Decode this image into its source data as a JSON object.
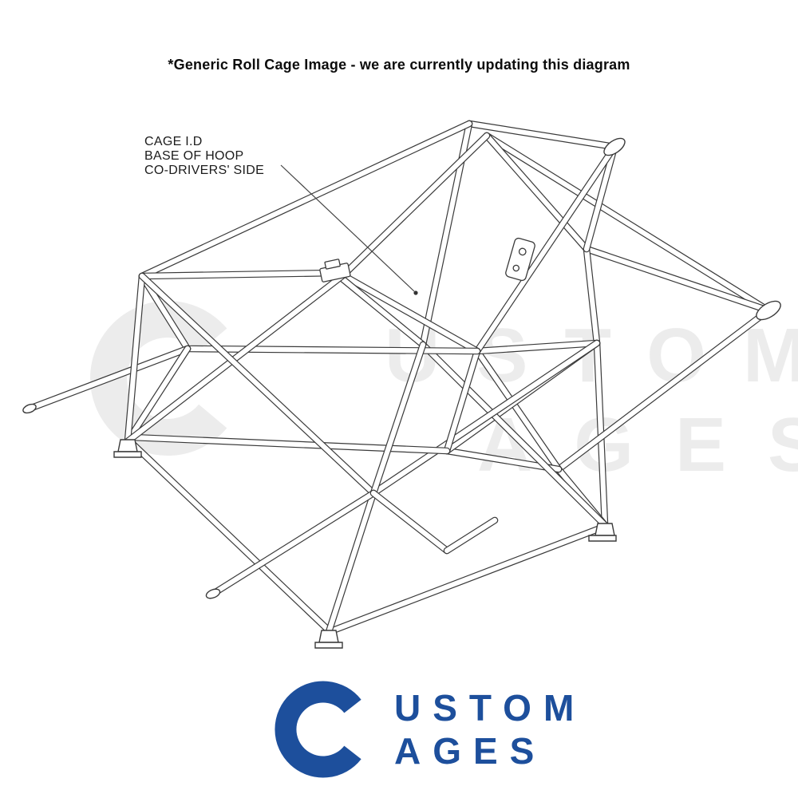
{
  "header": {
    "disclaimer": "*Generic Roll Cage Image - we are currently updating this diagram"
  },
  "annotation": {
    "lines": [
      "CAGE I.D",
      "BASE OF HOOP",
      "CO-DRIVERS' SIDE"
    ]
  },
  "watermark": {
    "letter": "C",
    "word_top": "USTOM",
    "word_bottom": "AGES"
  },
  "logo": {
    "letter": "C",
    "word_top": "USTOM",
    "word_bottom": "AGES"
  },
  "colors": {
    "logo_blue": "#1d4f9c",
    "watermark_gray": "#ececec",
    "line": "#3a3a3a"
  }
}
